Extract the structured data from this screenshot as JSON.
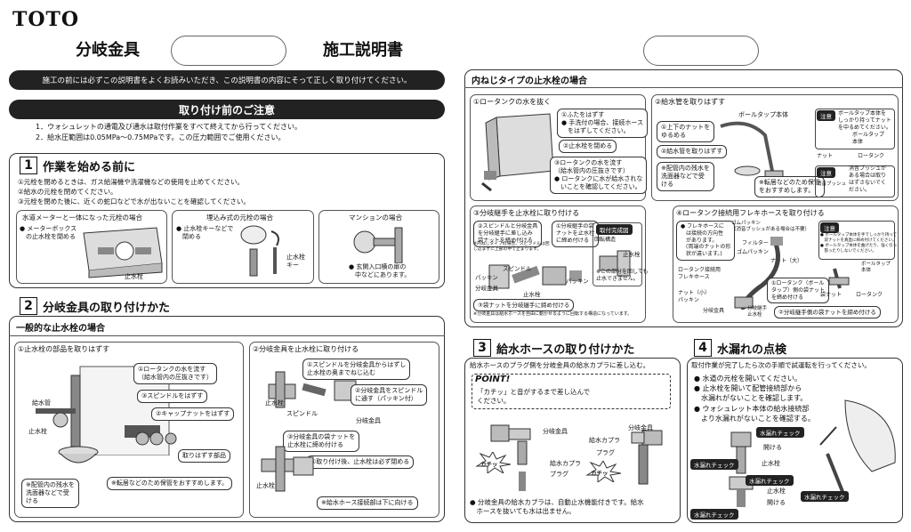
{
  "brand": "TOTO",
  "title_left": "分岐金具",
  "title_right": "施工説明書",
  "intro": "施工の前には必ずこの説明書をよくお読みいただき、この説明書の内容にそって正しく取り付けてください。",
  "precautions": {
    "title": "取り付け前のご注意",
    "items": [
      "1．ウォシュレットの通電及び通水は取付作業をすべて終えてから行ってください。",
      "2．給水圧範囲は0.05MPa～0.75MPaです。この圧力範囲でご使用ください。"
    ]
  },
  "s1": {
    "num": "1",
    "title": "作業を始める前に",
    "lines": [
      "①元栓を閉めるときは、ガス給湯機や洗濯機などの使用を止めてください。",
      "②給水の元栓を閉めてください。",
      "③元栓を閉めた後に、近くの蛇口などで水が出ないことを確認してください。"
    ],
    "p1": {
      "title": "水道メーターと一体になった元栓の場合",
      "note": "● メーターボックス\n　の止水栓を閉める",
      "label": "止水栓"
    },
    "p2": {
      "title": "埋込み式の元栓の場合",
      "note": "● 止水栓キーなどで\n　閉める",
      "label": "止水栓\nキー"
    },
    "p3": {
      "title": "マンションの場合",
      "note": "● 玄関入口横の扉の\n　中などにあります。"
    }
  },
  "s2": {
    "num": "2",
    "title": "分岐金具の取り付けかた",
    "sub": "一般的な止水栓の場合",
    "a": {
      "title": "①止水栓の部品を取りはずす",
      "c1": "①ロータンクの水を流す\n（給水管内の圧抜きです）",
      "c2": "③スピンドルをはずす",
      "c3": "②キャップナットをはずす",
      "kyusui": "給水管",
      "shisui": "止水栓",
      "parts": "取りはずす部品",
      "keep": "※転居などのため保管をおすすめします。",
      "basin": "※配管内の残水を\n洗面器などで受\nける"
    },
    "b": {
      "title": "②分岐金具を止水栓に取り付ける",
      "c1": "①スピンドルを分岐金具からはずし\n止水栓の奥までねじ込む",
      "c2": "②分岐金具をスピンドル\nに通す（パッキン付）",
      "c3": "③分岐金具の袋ナットを\n止水栓に締め付ける",
      "c4": "④取り付け後、止水栓は必ず閉める",
      "shisui": "止水栓",
      "spindle": "スピンドル",
      "bunki": "分岐金具",
      "bottom": "※給水ホース接続部は下に向ける"
    }
  },
  "inner": {
    "title": "内ねじタイプの止水栓の場合",
    "a": {
      "title": "①ロータンクの水を抜く",
      "c1": "①ふたをはずす\n● 手洗付の場合、接続ホース\n　をはずしてください。",
      "c2": "②止水栓を閉める",
      "c3": "③ロータンクの水を流す\n（給水管内の圧抜きです）\n● ロータンクに水が給水されな\n　いことを確認してください。"
    },
    "b": {
      "title": "②給水管を取りはずす",
      "c1": "①上下のナットを\nゆるめる",
      "c2": "②給水管を取りはずす",
      "c3": "※配管内の残水を\n洗面器などで受\nける",
      "keep": "※転居などのため保管\nをおすすめします。",
      "ball": "ボールタップ本体",
      "note1": "注意",
      "note1t": "ボールタップ本体を\nしっかり持ってナット\nを中るめてください。",
      "nut": "ナット",
      "lt": "ロータンク",
      "ball2": "ボールタップ\n本体",
      "note2": "注意",
      "note2t": "消音ブッシュが\nある場合は取り\nはずさないでく\nださい。",
      "bush": "消音ブッシュ"
    },
    "c": {
      "title": "③分岐継手を止水栓に取り付ける",
      "c1": "②スピンドルと分岐金具\nを分岐継手に差し込み\n袋ナットを締め付ける",
      "c1n": "※内ねじタイプの場合、スピンドルは回\nし込まずに上部の中で止まります。",
      "c2": "①分岐継手の袋\nナットを止水栓\nに締め付ける",
      "done": "取付完成図",
      "kaiten": "回転構造",
      "shisui": "止水栓",
      "spindle": "スピンドル",
      "packing": "パッキン",
      "packing2": "パッキン",
      "bunki": "分岐金具",
      "shisui2": "止水栓",
      "note": "※この部分を回しても\n止水できません。",
      "c3": "③袋ナットを分岐継手に締め付ける",
      "c3n": "※分岐金具は給水ホースを自由に動かせるように回転する構造になっています。"
    },
    "d": {
      "title": "④ロータンク接続用フレキホースを取り付ける",
      "c1": "● フレキホースに\n　は接続の方向性\n　があります。\n　(両端のナットの形\n　状が違います。)",
      "gomu": "ゴムパッキン\n（消音ブッシュがある場合は不要）",
      "filter": "フィルター",
      "gomu2": "ゴムパッキン",
      "nutL": "ナット（大）",
      "flexi": "ロータンク接続用\nフレキホース",
      "nutS": "ナット（小）\nパッキン",
      "bunki": "分岐金具",
      "tsugite": "分岐継手\n止水栓",
      "c2": "①ロータンク（ボール\nタップ）側の袋ナット\nを締め付ける",
      "c3": "②分岐継手側の袋ナットを締め付ける",
      "note": "注意",
      "notet": "● ボールタップ本体を手でしっかり持って\n　袋ナットを真直に締め付けてください。\n● ボールタップ本体を曲げたり、強く引っ\n　張ったりしないでください。",
      "ball": "ボールタップ\n本体",
      "fukuro": "袋ナット",
      "lt": "ロータンク"
    }
  },
  "s3": {
    "num": "3",
    "title": "給水ホースの取り付けかた",
    "desc": "給水ホースのプラグ側を分岐金具の給水カプラに差し込む。",
    "point": "POINT!",
    "pointt": "「カチッ」と音がするまで差し込んで\nください。",
    "bunki": "分岐金具",
    "coupler": "給水カプラ",
    "plug": "プラグ",
    "bunki2": "分岐金具",
    "coupler2": "給水カプラ",
    "plug2": "プラグ",
    "kachi": "カチッ",
    "note": "● 分岐金具の給水カプラは、自動止水機能付きです。給水\n　ホースを抜いても水は出ません。"
  },
  "s4": {
    "num": "4",
    "title": "水漏れの点検",
    "desc": "取付作業が完了したら次の手順で試運転を行ってください。",
    "items": "● 水道の元栓を開いてください。\n● 止水栓を開いて配管接続部から\n　水漏れがないことを確認します。\n● ウォシュレット本体の給水接続部\n　より水漏れがないことを確認する。",
    "check": "水漏れチェック",
    "open": "開ける",
    "shisui": "止水栓"
  }
}
